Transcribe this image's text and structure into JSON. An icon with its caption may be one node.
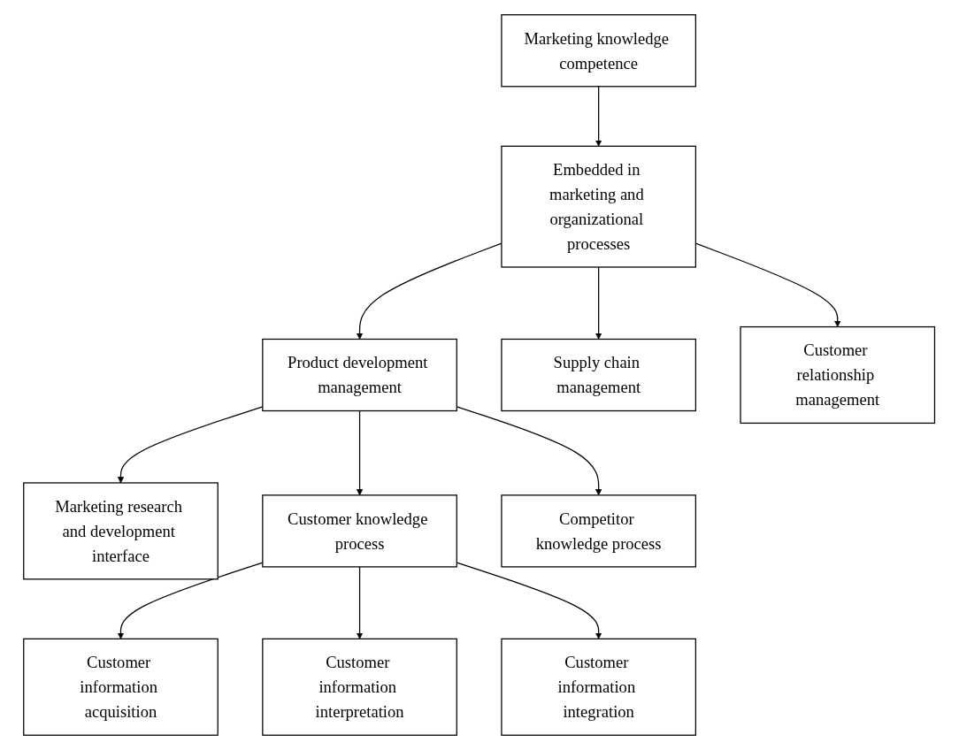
{
  "diagram": {
    "nodes": [
      {
        "text": [
          "Marketing knowledge competence"
        ]
      },
      {
        "text": [
          "Embedded in marketing and organizational processes"
        ]
      },
      {
        "text": [
          "Product development management"
        ]
      },
      {
        "text": [
          "Supply chain management"
        ]
      },
      {
        "text": [
          "Customer relationship management"
        ]
      },
      {
        "text": [
          "Marketing research and development interface"
        ]
      },
      {
        "text": [
          "Customer knowledge process"
        ]
      },
      {
        "text": [
          "Competitor knowledge process"
        ]
      },
      {
        "text": [
          "Customer information acquisition"
        ]
      },
      {
        "text": [
          "Customer information interpretation"
        ]
      },
      {
        "text": [
          "Customer information integration"
        ]
      }
    ],
    "edges": [
      {
        "from": 0,
        "to": 1,
        "arrow": "to"
      },
      {
        "from": 1,
        "to": 2,
        "arrow": "to"
      },
      {
        "from": 1,
        "to": 3,
        "arrow": "to"
      },
      {
        "from": 1,
        "to": 4,
        "arrow": "to"
      },
      {
        "from": 2,
        "to": 5,
        "arrow": "to"
      },
      {
        "from": 2,
        "to": 6,
        "arrow": "to"
      },
      {
        "from": 2,
        "to": 7,
        "arrow": "to"
      },
      {
        "from": 6,
        "to": 8,
        "arrow": "to"
      },
      {
        "from": 6,
        "to": 9,
        "arrow": "to"
      },
      {
        "from": 6,
        "to": 10,
        "arrow": "to"
      }
    ]
  }
}
